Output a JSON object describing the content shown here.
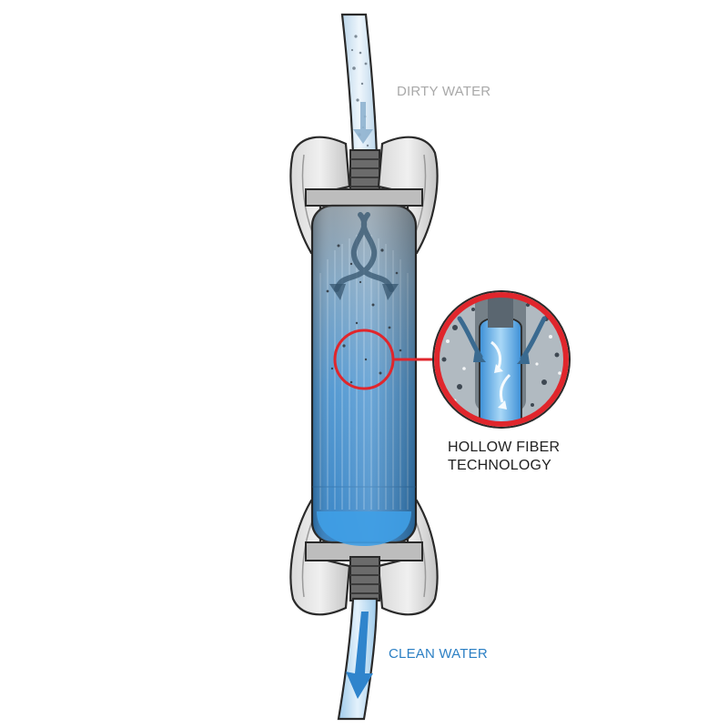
{
  "labels": {
    "dirty": "DIRTY WATER",
    "clean": "CLEAN WATER",
    "technology_line1": "HOLLOW FIBER",
    "technology_line2": "TECHNOLOGY"
  },
  "colors": {
    "dirty_label": "#a9a9a9",
    "clean_label": "#2b7fc4",
    "technology_label": "#222222",
    "magnifier_ring": "#e0262c",
    "water_blue": "#3a8fd0",
    "housing_gray": "#cfcfcf",
    "outline": "#2a2a2a"
  },
  "icons": [
    "flow-arrow-down-icon",
    "swirl-arrows-icon",
    "magnifier-circle-icon"
  ]
}
